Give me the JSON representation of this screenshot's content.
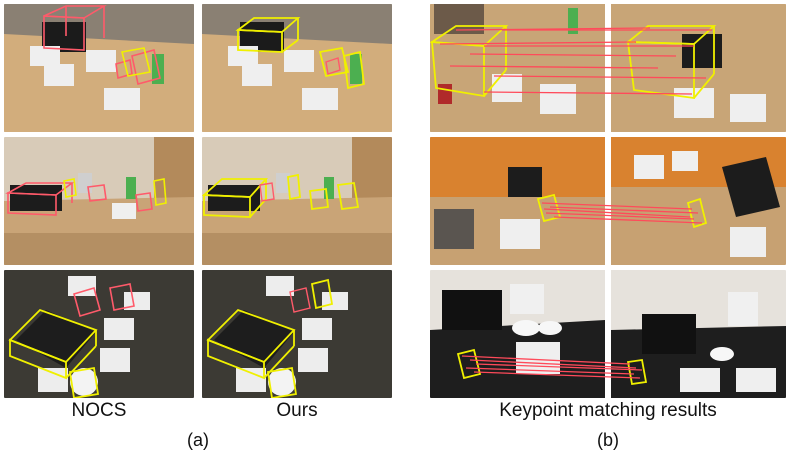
{
  "figure": {
    "group_a": {
      "col1_caption": "NOCS",
      "col2_caption": "Ours",
      "label": "(a)"
    },
    "group_b": {
      "caption": "Keypoint matching results",
      "label": "(b)"
    }
  },
  "colors": {
    "prediction_box": "#f0f000",
    "baseline_box": "#ff5a6a",
    "match_line": "#ff4a5a",
    "table_wood": "#c9a477",
    "dark_floor": "#3c3a34"
  }
}
